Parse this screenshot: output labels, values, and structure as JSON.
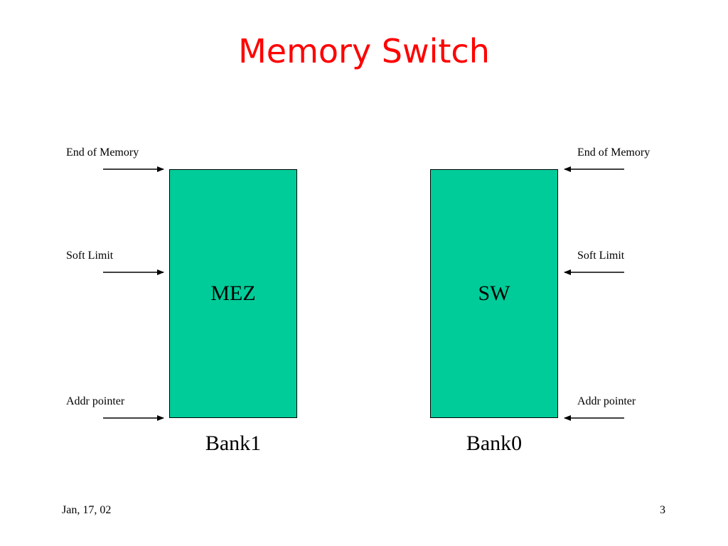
{
  "slide": {
    "title": "Memory Switch",
    "date": "Jan, 17, 02",
    "page_number": "3"
  },
  "banks": [
    {
      "box_label": "MEZ",
      "name": "Bank1",
      "pointers": {
        "end_of_memory": "End of Memory",
        "soft_limit": "Soft Limit",
        "addr_pointer": "Addr pointer"
      }
    },
    {
      "box_label": "SW",
      "name": "Bank0",
      "pointers": {
        "end_of_memory": "End of Memory",
        "soft_limit": "Soft Limit",
        "addr_pointer": "Addr pointer"
      }
    }
  ],
  "colors": {
    "title": "#ff0000",
    "bank_fill": "#00cc99"
  }
}
